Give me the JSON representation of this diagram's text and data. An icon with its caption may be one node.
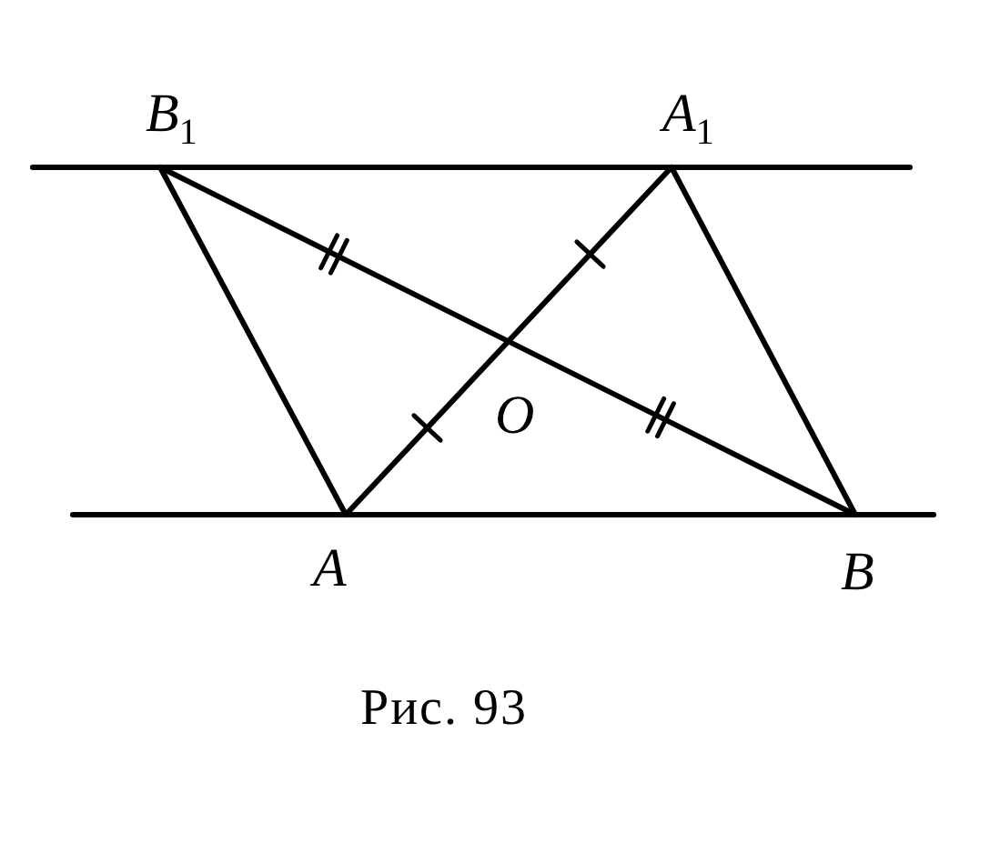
{
  "diagram": {
    "caption": "Рис. 93",
    "labels": [
      "B$_{1}$",
      "A$_{1}$",
      "O",
      "A",
      "B"
    ]
  }
}
